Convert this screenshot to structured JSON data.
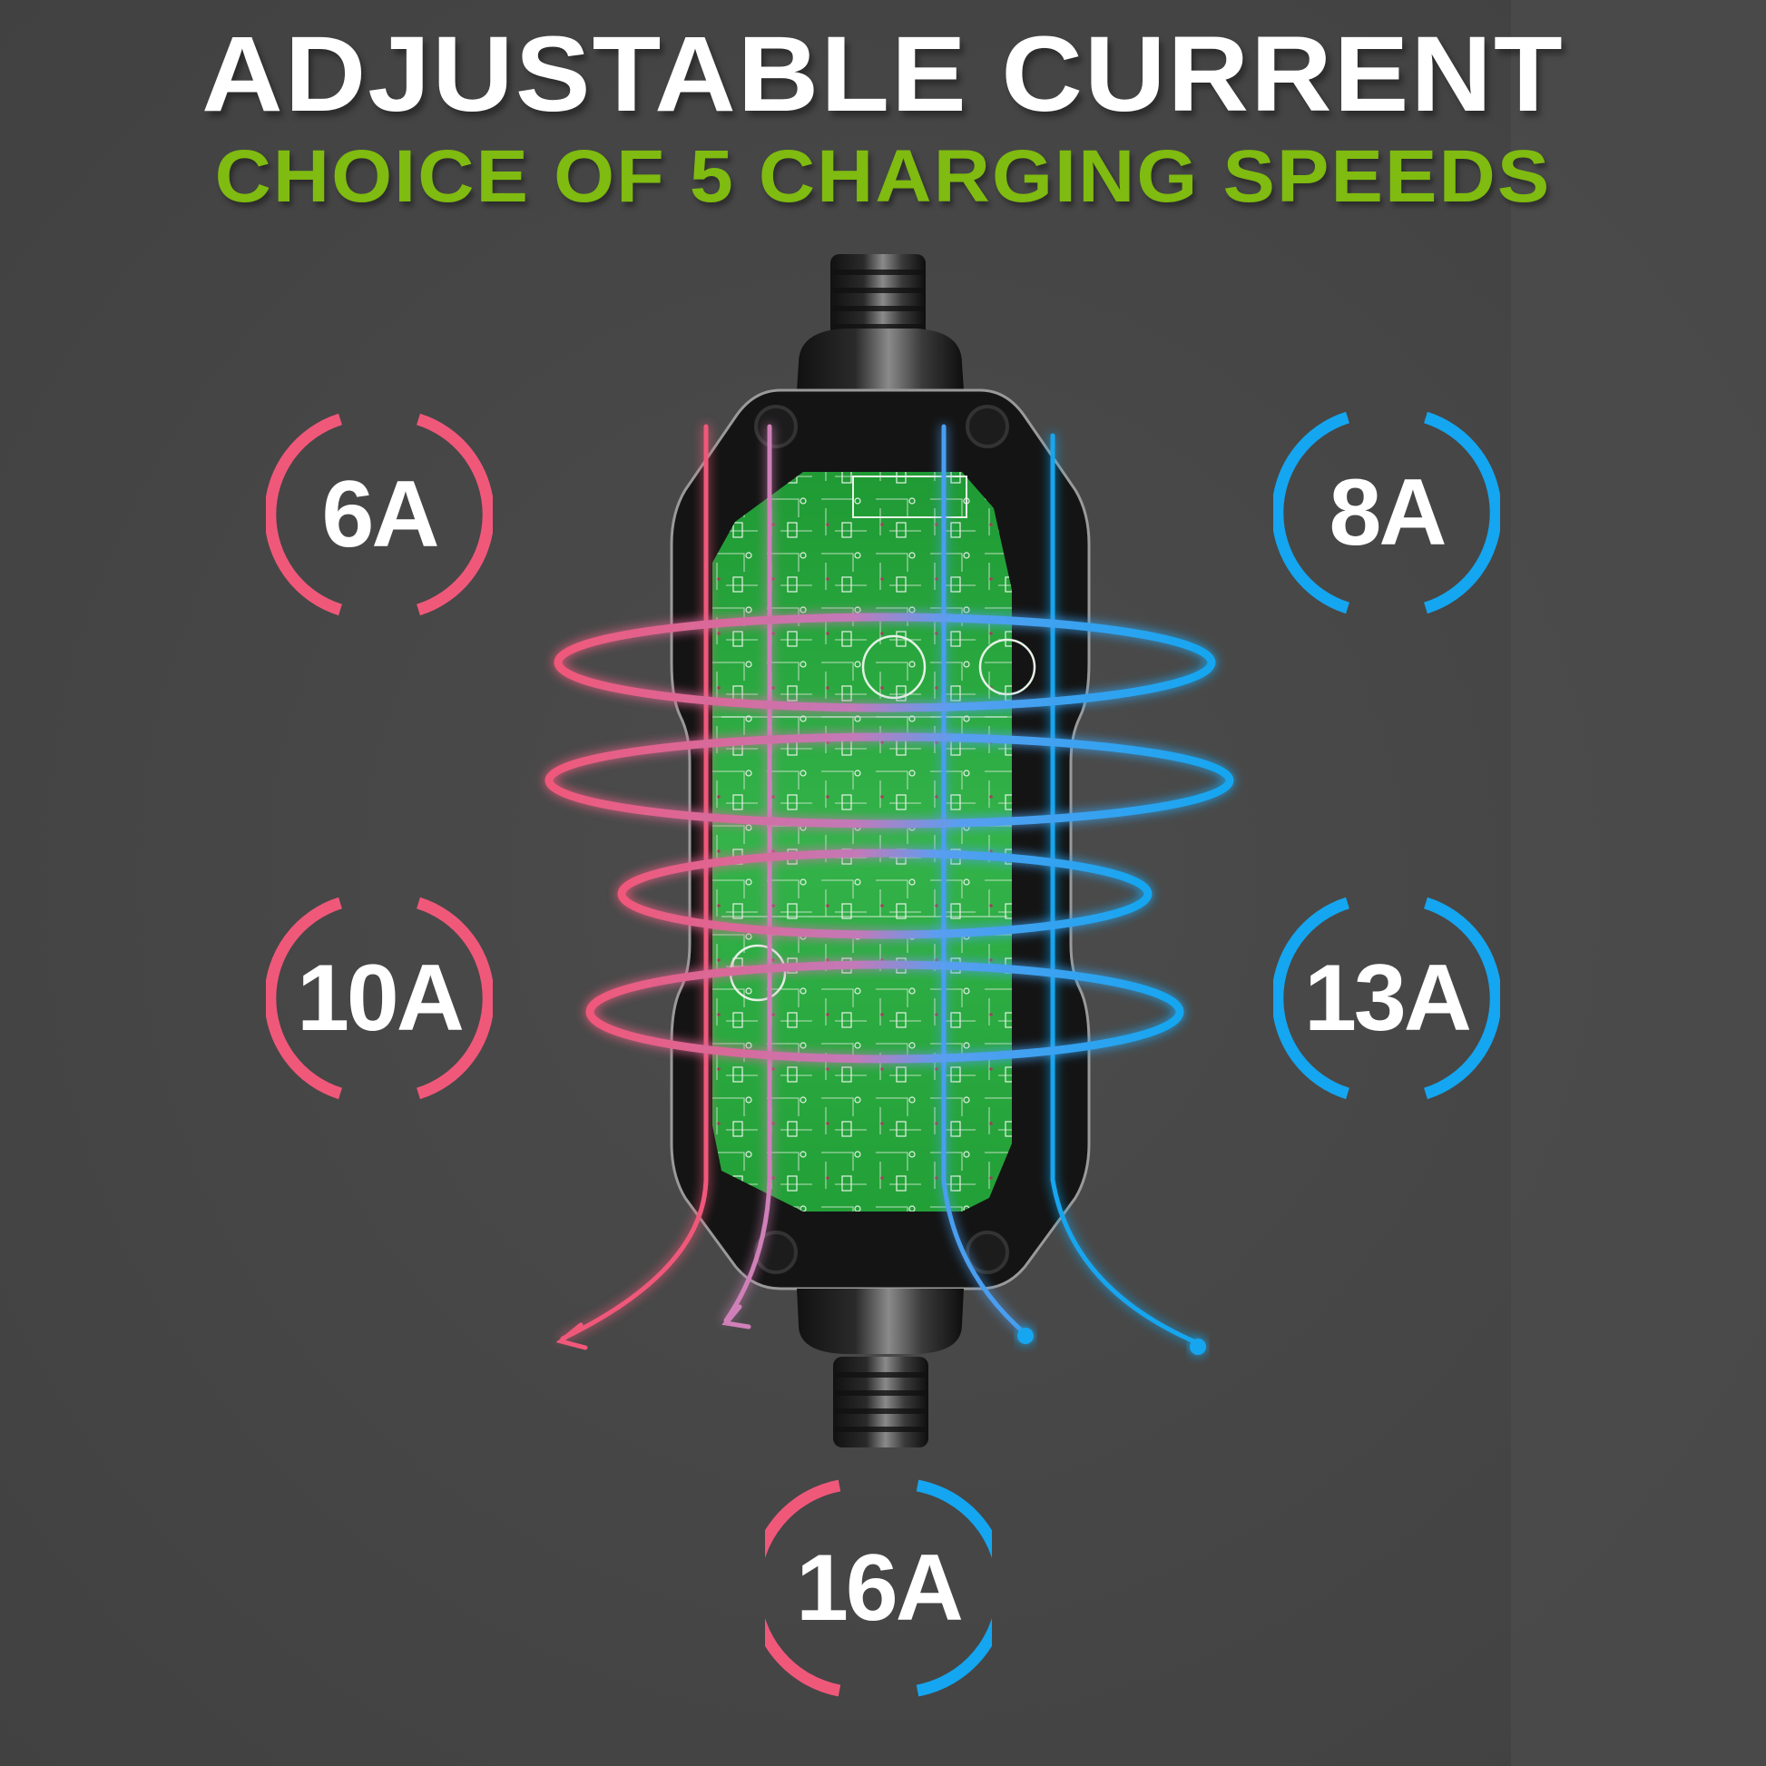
{
  "header": {
    "title": "ADJUSTABLE CURRENT",
    "subtitle": "CHOICE OF 5 CHARGING SPEEDS"
  },
  "colors": {
    "background": "#454545",
    "title": "#ffffff",
    "subtitle": "#7fbb10",
    "pink": "#f0587a",
    "blue": "#14a6f0",
    "pcb": "#2aa83c"
  },
  "current_options": [
    {
      "label": "6A",
      "color": "pink",
      "position": "top-left"
    },
    {
      "label": "8A",
      "color": "blue",
      "position": "top-right"
    },
    {
      "label": "10A",
      "color": "pink",
      "position": "middle-left"
    },
    {
      "label": "13A",
      "color": "blue",
      "position": "middle-right"
    },
    {
      "label": "16A",
      "color": "pink-blue",
      "position": "bottom-center"
    }
  ],
  "product": {
    "description": "EV charger control box with transparent PCB view and pink/blue current flow rings"
  }
}
